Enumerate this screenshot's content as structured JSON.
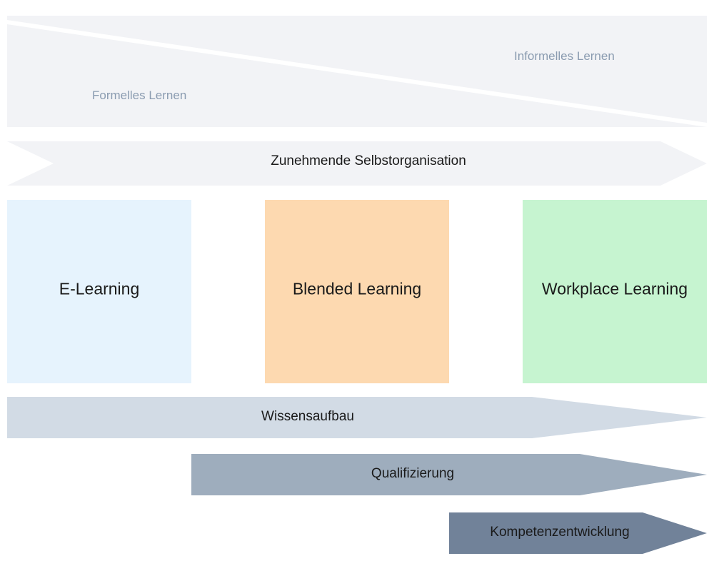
{
  "top_band": {
    "formal": "Formelles Lernen",
    "informal": "Informelles Lernen"
  },
  "self_org": "Zunehmende Selbstorganisation",
  "boxes": [
    {
      "label": "E-Learning",
      "color": "#e6f3fd"
    },
    {
      "label": "Blended Learning",
      "color": "#fdd9b0"
    },
    {
      "label": "Workplace Learning",
      "color": "#c6f4d0"
    }
  ],
  "arrows": [
    {
      "label": "Wissensaufbau",
      "color": "#d2dbe5"
    },
    {
      "label": "Qualifizierung",
      "color": "#9eadbd"
    },
    {
      "label": "Kompetenzentwicklung",
      "color": "#718299"
    }
  ],
  "colors": {
    "band": "#f2f3f6",
    "divider": "#ffffff",
    "soft_text": "#8a9bb0"
  }
}
